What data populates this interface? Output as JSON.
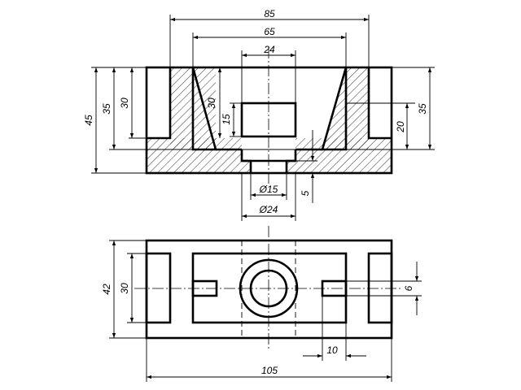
{
  "drawing": {
    "front_view": {
      "dimensions": {
        "d85": "85",
        "d65": "65",
        "d24": "24",
        "d45": "45",
        "d35_left": "35",
        "d30_left": "30",
        "d30_inner": "30",
        "d15": "15",
        "d20": "20",
        "d35_right": "35",
        "d5": "5",
        "dia15": "Ø15",
        "dia24": "Ø24"
      }
    },
    "top_view": {
      "dimensions": {
        "d42": "42",
        "d30": "30",
        "d6": "6",
        "d10": "10",
        "d105": "105"
      }
    },
    "colors": {
      "line": "#000000",
      "background": "#ffffff"
    }
  }
}
